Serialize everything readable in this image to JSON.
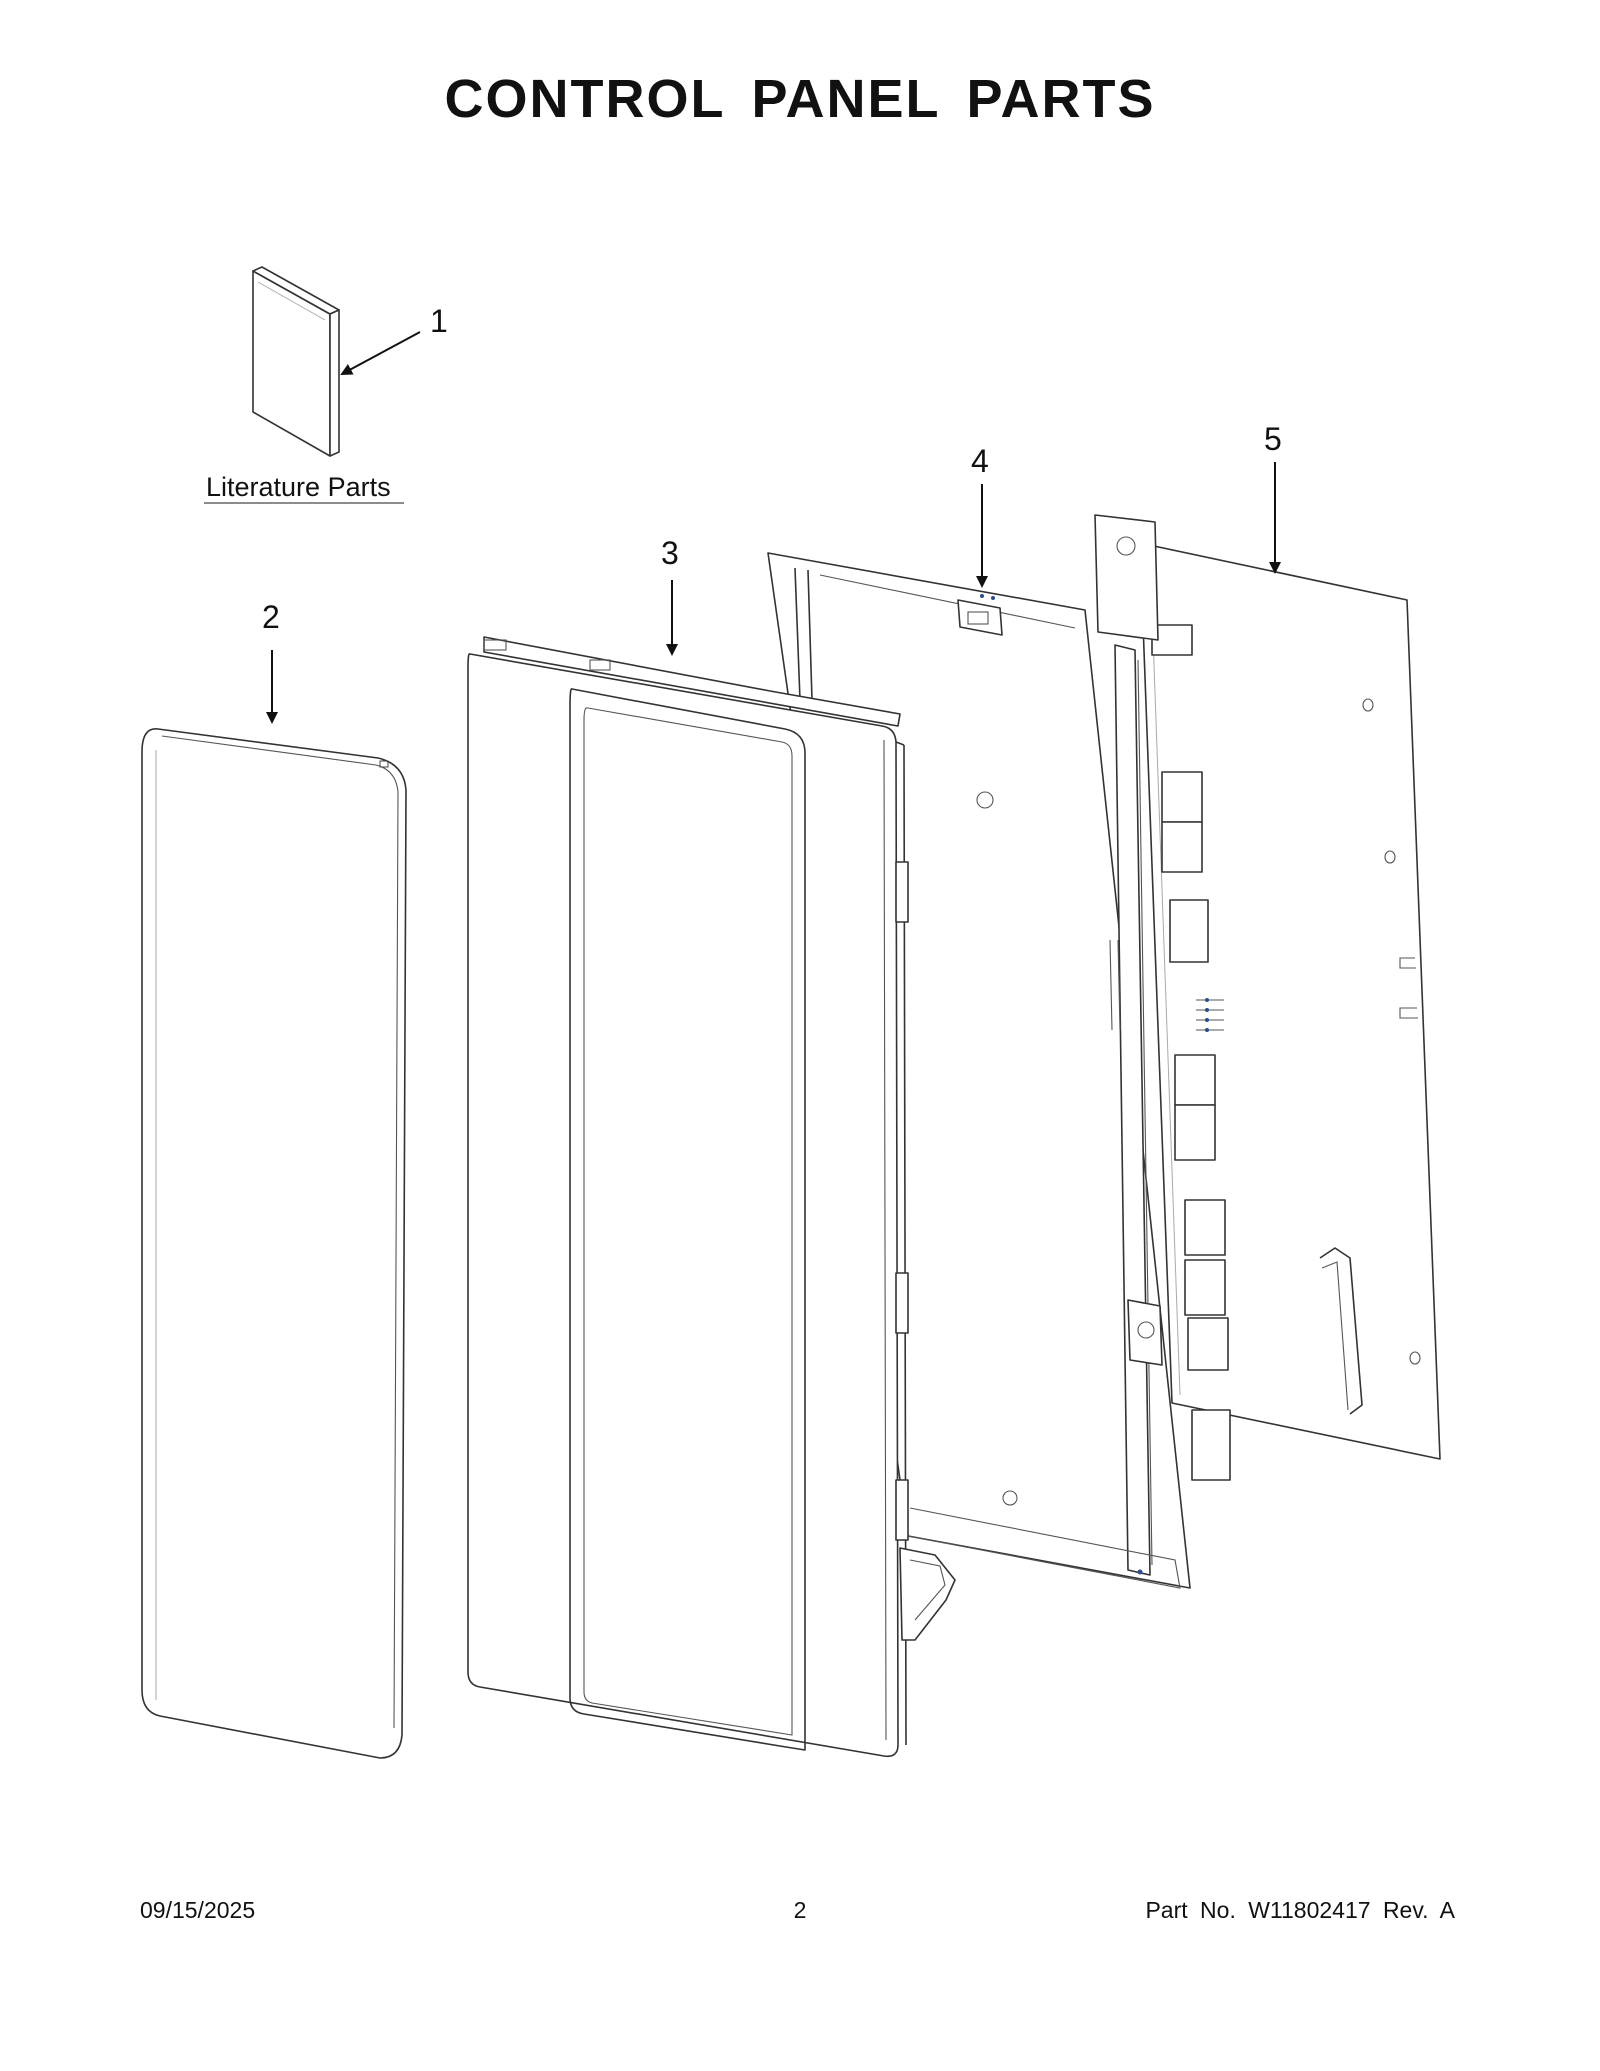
{
  "title": "CONTROL PANEL PARTS",
  "callouts": {
    "c1": "1",
    "c2": "2",
    "c3": "3",
    "c4": "4",
    "c5": "5"
  },
  "literature_label": "Literature Parts",
  "footer": {
    "date": "09/15/2025",
    "page": "2",
    "part": "Part No.  W11802417  Rev.  A"
  }
}
